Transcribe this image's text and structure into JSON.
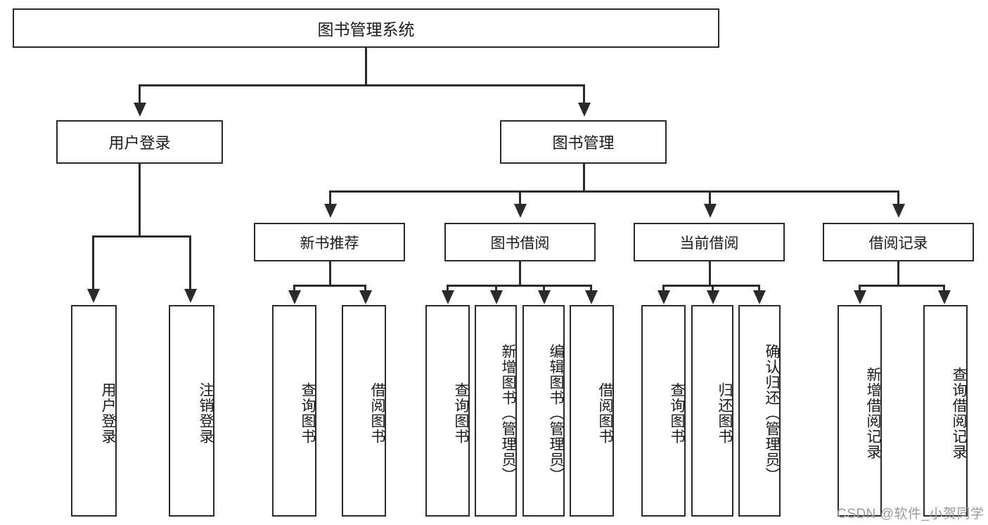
{
  "diagram": {
    "title": "图书管理系统",
    "type": "hierarchy-tree",
    "root": {
      "label": "图书管理系统"
    },
    "level1": [
      {
        "label": "用户登录"
      },
      {
        "label": "图书管理"
      }
    ],
    "level2": [
      {
        "label": "新书推荐",
        "parent": "图书管理"
      },
      {
        "label": "图书借阅",
        "parent": "图书管理"
      },
      {
        "label": "当前借阅",
        "parent": "图书管理"
      },
      {
        "label": "借阅记录",
        "parent": "图书管理"
      }
    ],
    "leaves": [
      {
        "label": "用户登录",
        "parent": "用户登录"
      },
      {
        "label": "注销登录",
        "parent": "用户登录"
      },
      {
        "label": "查询图书",
        "parent": "新书推荐"
      },
      {
        "label": "借阅图书",
        "parent": "新书推荐"
      },
      {
        "label": "查询图书",
        "parent": "图书借阅"
      },
      {
        "label": "新增图书（管理员）",
        "parent": "图书借阅"
      },
      {
        "label": "编辑图书（管理员）",
        "parent": "图书借阅"
      },
      {
        "label": "借阅图书",
        "parent": "图书借阅"
      },
      {
        "label": "查询图书",
        "parent": "当前借阅"
      },
      {
        "label": "归还图书",
        "parent": "当前借阅"
      },
      {
        "label": "确认归还（管理员）",
        "parent": "当前借阅"
      },
      {
        "label": "新增借阅记录",
        "parent": "借阅记录"
      },
      {
        "label": "查询借阅记录",
        "parent": "借阅记录"
      }
    ]
  },
  "watermark": {
    "text": "CSDN @软件_小贺同学"
  },
  "colors": {
    "stroke": "#2b2b2b",
    "background": "#ffffff",
    "text": "#1a1a1a",
    "watermark": "#9a9a9a"
  }
}
